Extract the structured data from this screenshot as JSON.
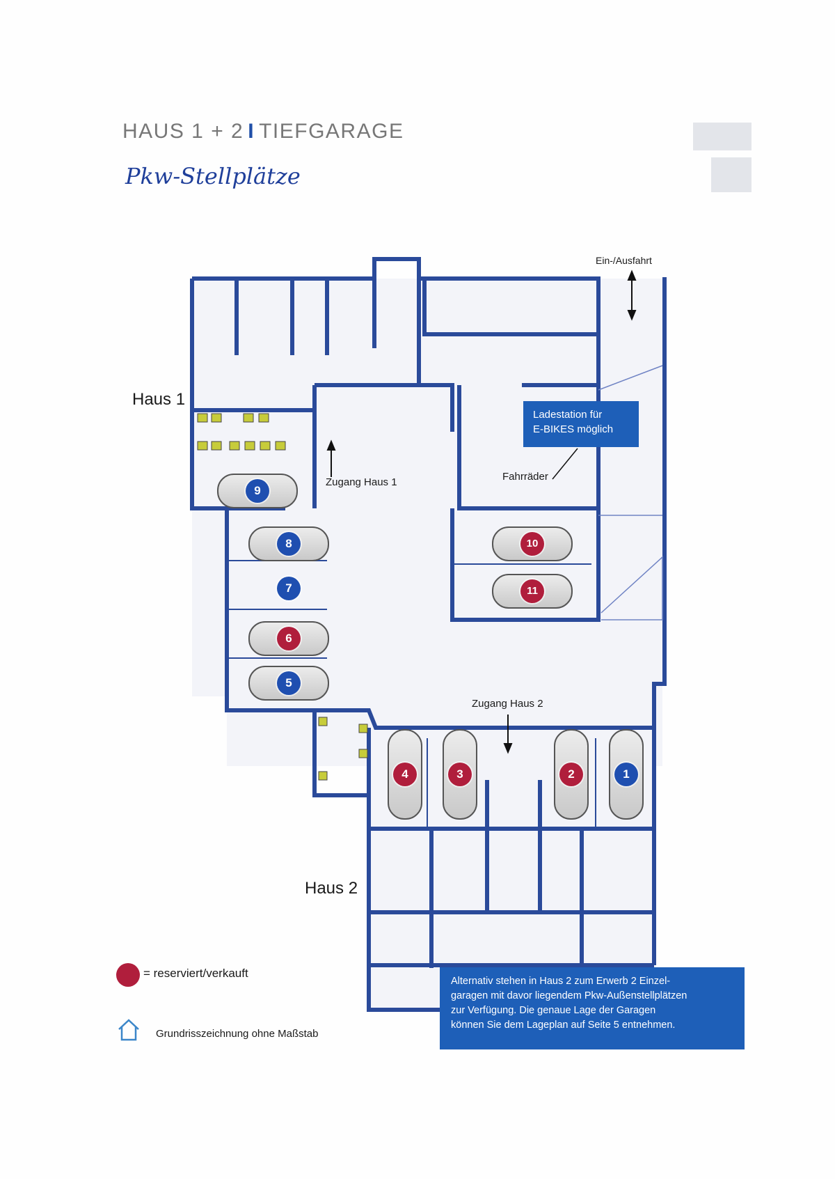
{
  "header": {
    "title_main": "HAUS 1 + 2",
    "title_sep": "I",
    "title_rest": "TIEFGARAGE",
    "subtitle": "Pkw-Stellplätze"
  },
  "plan": {
    "haus1_label": "Haus 1",
    "haus2_label": "Haus 2",
    "entrance_label": "Ein-/Ausfahrt",
    "zugang_haus1": "Zugang Haus 1",
    "zugang_haus2": "Zugang Haus 2",
    "fahrraeder": "Fahrräder",
    "ebike_line1": "Ladestation für",
    "ebike_line2": "E-BIKES möglich",
    "spaces": [
      {
        "number": "1",
        "status": "free"
      },
      {
        "number": "2",
        "status": "reserved"
      },
      {
        "number": "3",
        "status": "reserved"
      },
      {
        "number": "4",
        "status": "reserved"
      },
      {
        "number": "5",
        "status": "free"
      },
      {
        "number": "6",
        "status": "reserved"
      },
      {
        "number": "7",
        "status": "free"
      },
      {
        "number": "8",
        "status": "free"
      },
      {
        "number": "9",
        "status": "free"
      },
      {
        "number": "10",
        "status": "reserved"
      },
      {
        "number": "11",
        "status": "reserved"
      }
    ]
  },
  "legend": {
    "reserved_text": "= reserviert/verkauft",
    "note": "Grundrisszeichnung ohne Maßstab"
  },
  "info": {
    "line1": "Alternativ stehen in Haus 2 zum Erwerb 2 Einzel-",
    "line2": "garagen mit davor liegendem Pkw-Außenstellplätzen",
    "line3": "zur Verfügung. Die genaue Lage der Garagen",
    "line4": "können Sie dem Lageplan auf Seite 5 entnehmen."
  },
  "colors": {
    "reserved": "#b01e3c",
    "free": "#1f4fb0",
    "wall": "#2a4a9a",
    "box": "#1e5fb8"
  }
}
